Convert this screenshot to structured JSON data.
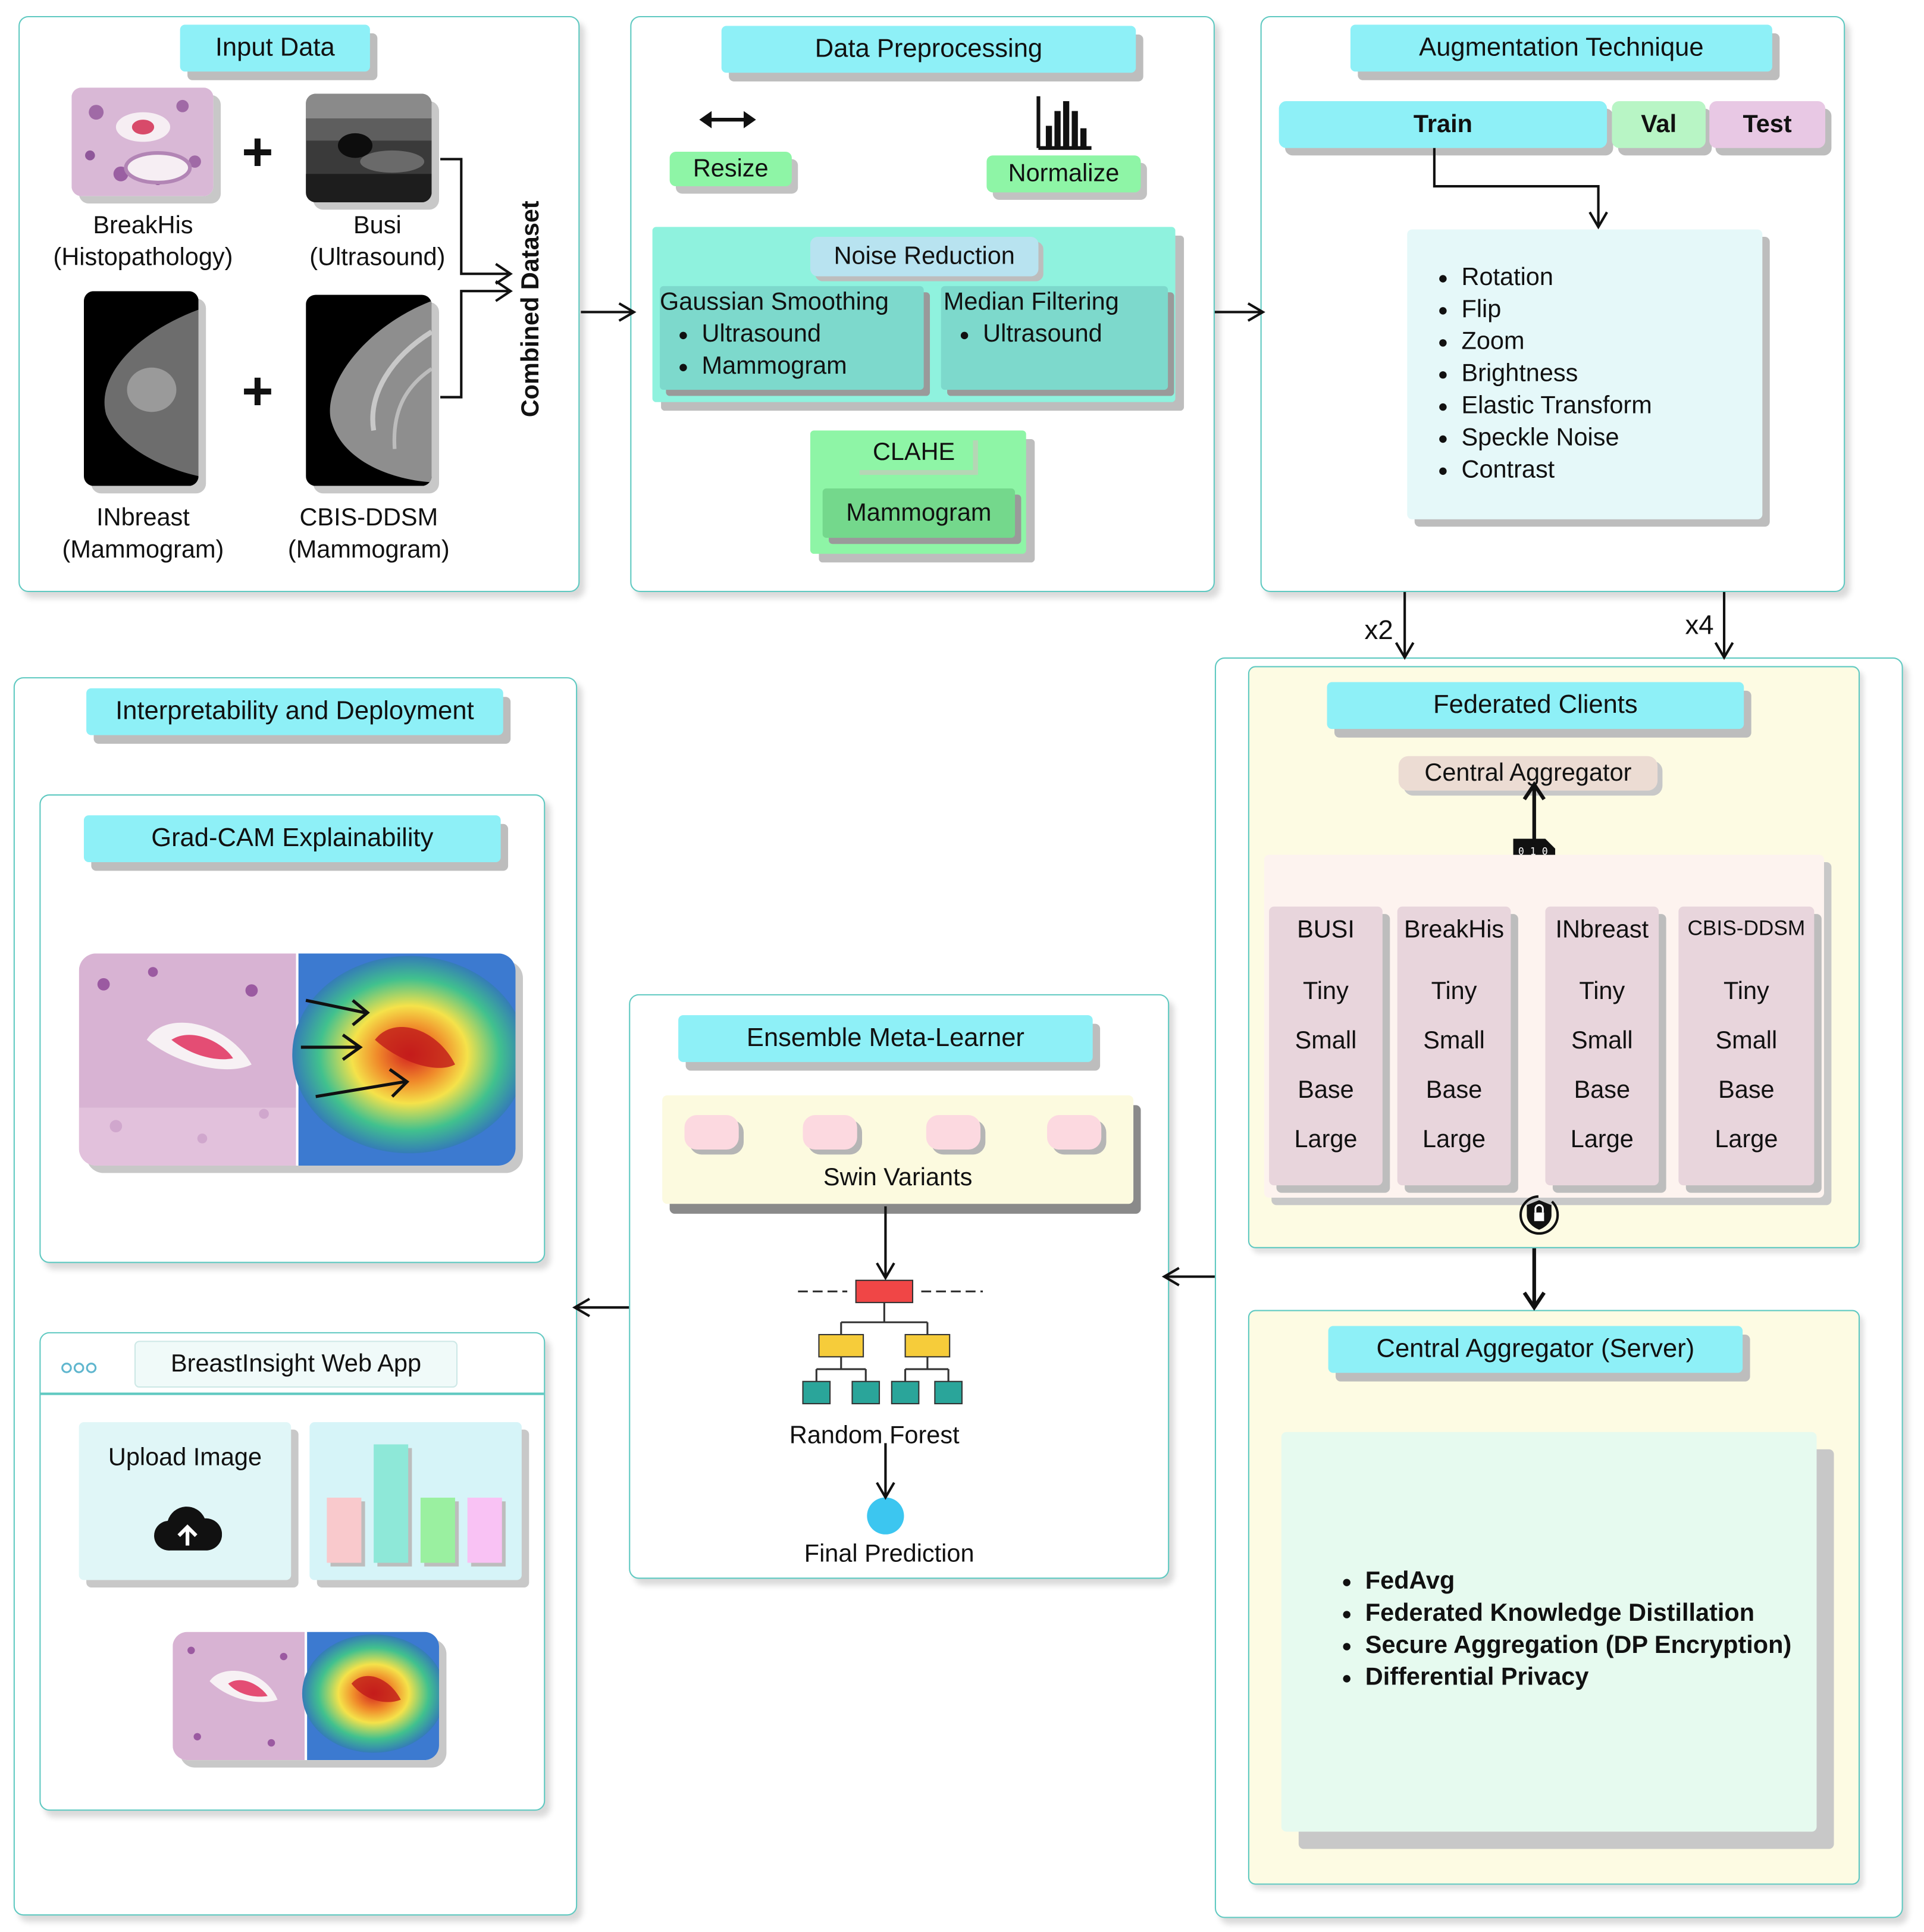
{
  "input_data": {
    "title": "Input Data",
    "plus": "+",
    "datasets": [
      {
        "name": "BreakHis",
        "modality": "(Histopathology)"
      },
      {
        "name": "Busi",
        "modality": "(Ultrasound)"
      },
      {
        "name": "INbreast",
        "modality": "(Mammogram)"
      },
      {
        "name": "CBIS-DDSM",
        "modality": "(Mammogram)"
      }
    ],
    "combined_label": "Combined Dataset"
  },
  "preprocessing": {
    "title": "Data Preprocessing",
    "resize": "Resize",
    "normalize": "Normalize",
    "noise_reduction": {
      "title": "Noise Reduction",
      "gaussian": {
        "title": "Gaussian Smoothing",
        "items": [
          "Ultrasound",
          "Mammogram"
        ]
      },
      "median": {
        "title": "Median Filtering",
        "items": [
          "Ultrasound"
        ]
      }
    },
    "clahe": {
      "title": "CLAHE",
      "item": "Mammogram"
    }
  },
  "augmentation": {
    "title": "Augmentation Technique",
    "splits": {
      "train": "Train",
      "val": "Val",
      "test": "Test"
    },
    "techniques": [
      "Rotation",
      "Flip",
      "Zoom",
      "Brightness",
      "Elastic Transform",
      "Speckle Noise",
      "Contrast"
    ],
    "multiplier_left": "x2",
    "multiplier_right": "x4"
  },
  "federated": {
    "title": "Federated Clients",
    "central_label": "Central Aggregator",
    "clients": [
      {
        "name": "BUSI",
        "variants": [
          "Tiny",
          "Small",
          "Base",
          "Large"
        ]
      },
      {
        "name": "BreakHis",
        "variants": [
          "Tiny",
          "Small",
          "Base",
          "Large"
        ]
      },
      {
        "name": "INbreast",
        "variants": [
          "Tiny",
          "Small",
          "Base",
          "Large"
        ]
      },
      {
        "name": "CBIS-DDSM",
        "variants": [
          "Tiny",
          "Small",
          "Base",
          "Large"
        ]
      }
    ]
  },
  "server": {
    "title": "Central Aggregator (Server)",
    "methods": [
      "FedAvg",
      "Federated Knowledge Distillation",
      "Secure Aggregation (DP Encryption)",
      "Differential Privacy"
    ]
  },
  "ensemble": {
    "title": "Ensemble Meta-Learner",
    "swin_label": "Swin Variants",
    "rf_label": "Random Forest",
    "final_label": "Final Prediction"
  },
  "interpret": {
    "title": "Interpretability and Deployment",
    "gradcam_title": "Grad-CAM Explainability",
    "webapp_title": "BreastInsight Web App",
    "upload_label": "Upload Image"
  },
  "colors": {
    "teal_border": "#5fc9c1",
    "tag_cyan": "#8ef0f7",
    "green": "#8ef5a6",
    "pink": "#e8c8e4",
    "cream": "#fdfbe3",
    "client_card": "#e8d5dc"
  },
  "chart_data": {
    "type": "bar",
    "categories": [
      "",
      "",
      "",
      ""
    ],
    "values": [
      0.55,
      1.0,
      0.55,
      0.55
    ],
    "colors": [
      "#f9c9cc",
      "#8ee8d8",
      "#9af0a0",
      "#f9c2f4"
    ]
  }
}
